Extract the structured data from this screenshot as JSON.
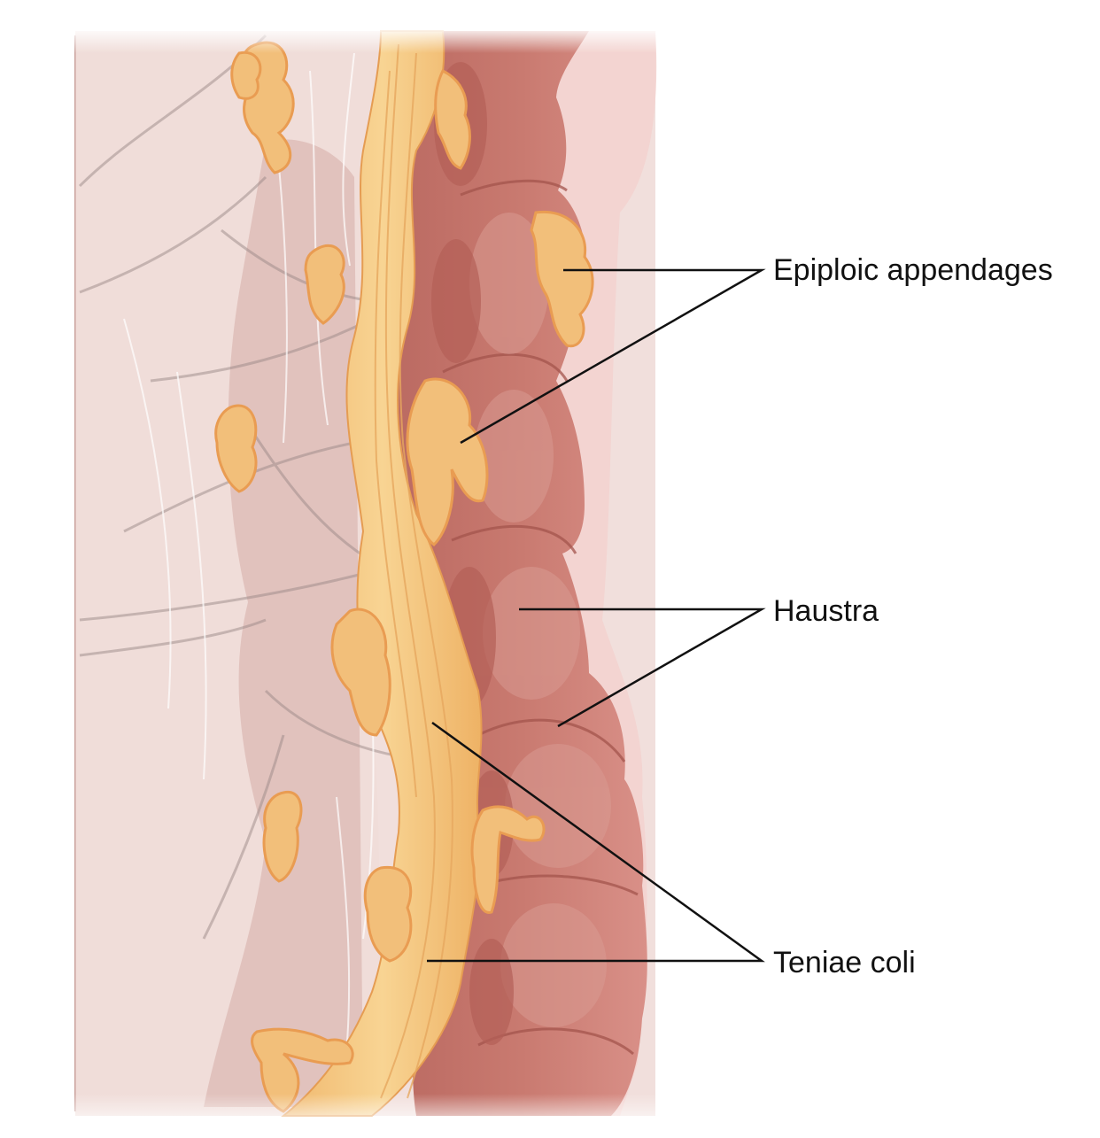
{
  "labels": {
    "epiploic": "Epiploic appendages",
    "haustra": "Haustra",
    "teniae": "Teniae coli"
  },
  "colors": {
    "background": "#ffffff",
    "mesentery": "#efd9d6",
    "colon_wall": "#c5766d",
    "colon_dark": "#b0625a",
    "colon_light": "#d9928a",
    "fat": "#f2bf7a",
    "fat_outline": "#e9a257",
    "teniae_band": "#f6cc86",
    "leader_line": "#111111"
  }
}
